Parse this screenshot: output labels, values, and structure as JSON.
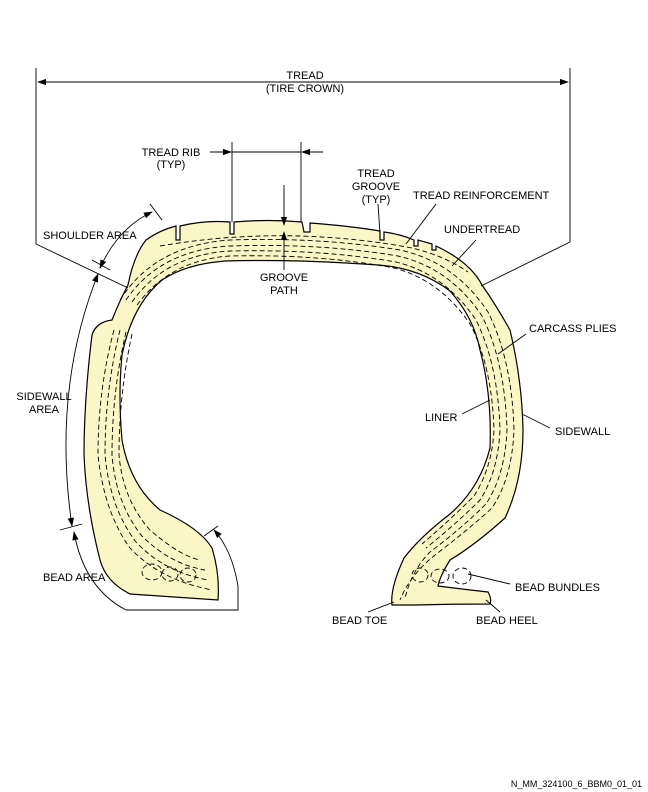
{
  "labels": {
    "tread": "TREAD",
    "tire_crown": "(TIRE CROWN)",
    "tread_rib": "TREAD RIB",
    "tread_rib_typ": "(TYP)",
    "tread_groove_line1": "TREAD",
    "tread_groove_line2": "GROOVE",
    "tread_groove_typ": "(TYP)",
    "tread_reinforcement": "TREAD REINFORCEMENT",
    "undertread": "UNDERTREAD",
    "shoulder_area": "SHOULDER AREA",
    "groove_path_line1": "GROOVE",
    "groove_path_line2": "PATH",
    "carcass_plies": "CARCASS PLIES",
    "sidewall_area_line1": "SIDEWALL",
    "sidewall_area_line2": "AREA",
    "liner": "LINER",
    "sidewall": "SIDEWALL",
    "bead_area": "BEAD AREA",
    "bead_bundles": "BEAD BUNDLES",
    "bead_toe": "BEAD TOE",
    "bead_heel": "BEAD HEEL"
  },
  "figure_ref": "N_MM_324100_6_BBM0_01_01",
  "colors": {
    "tire_fill": "#fbf6c6",
    "line": "#000000"
  }
}
